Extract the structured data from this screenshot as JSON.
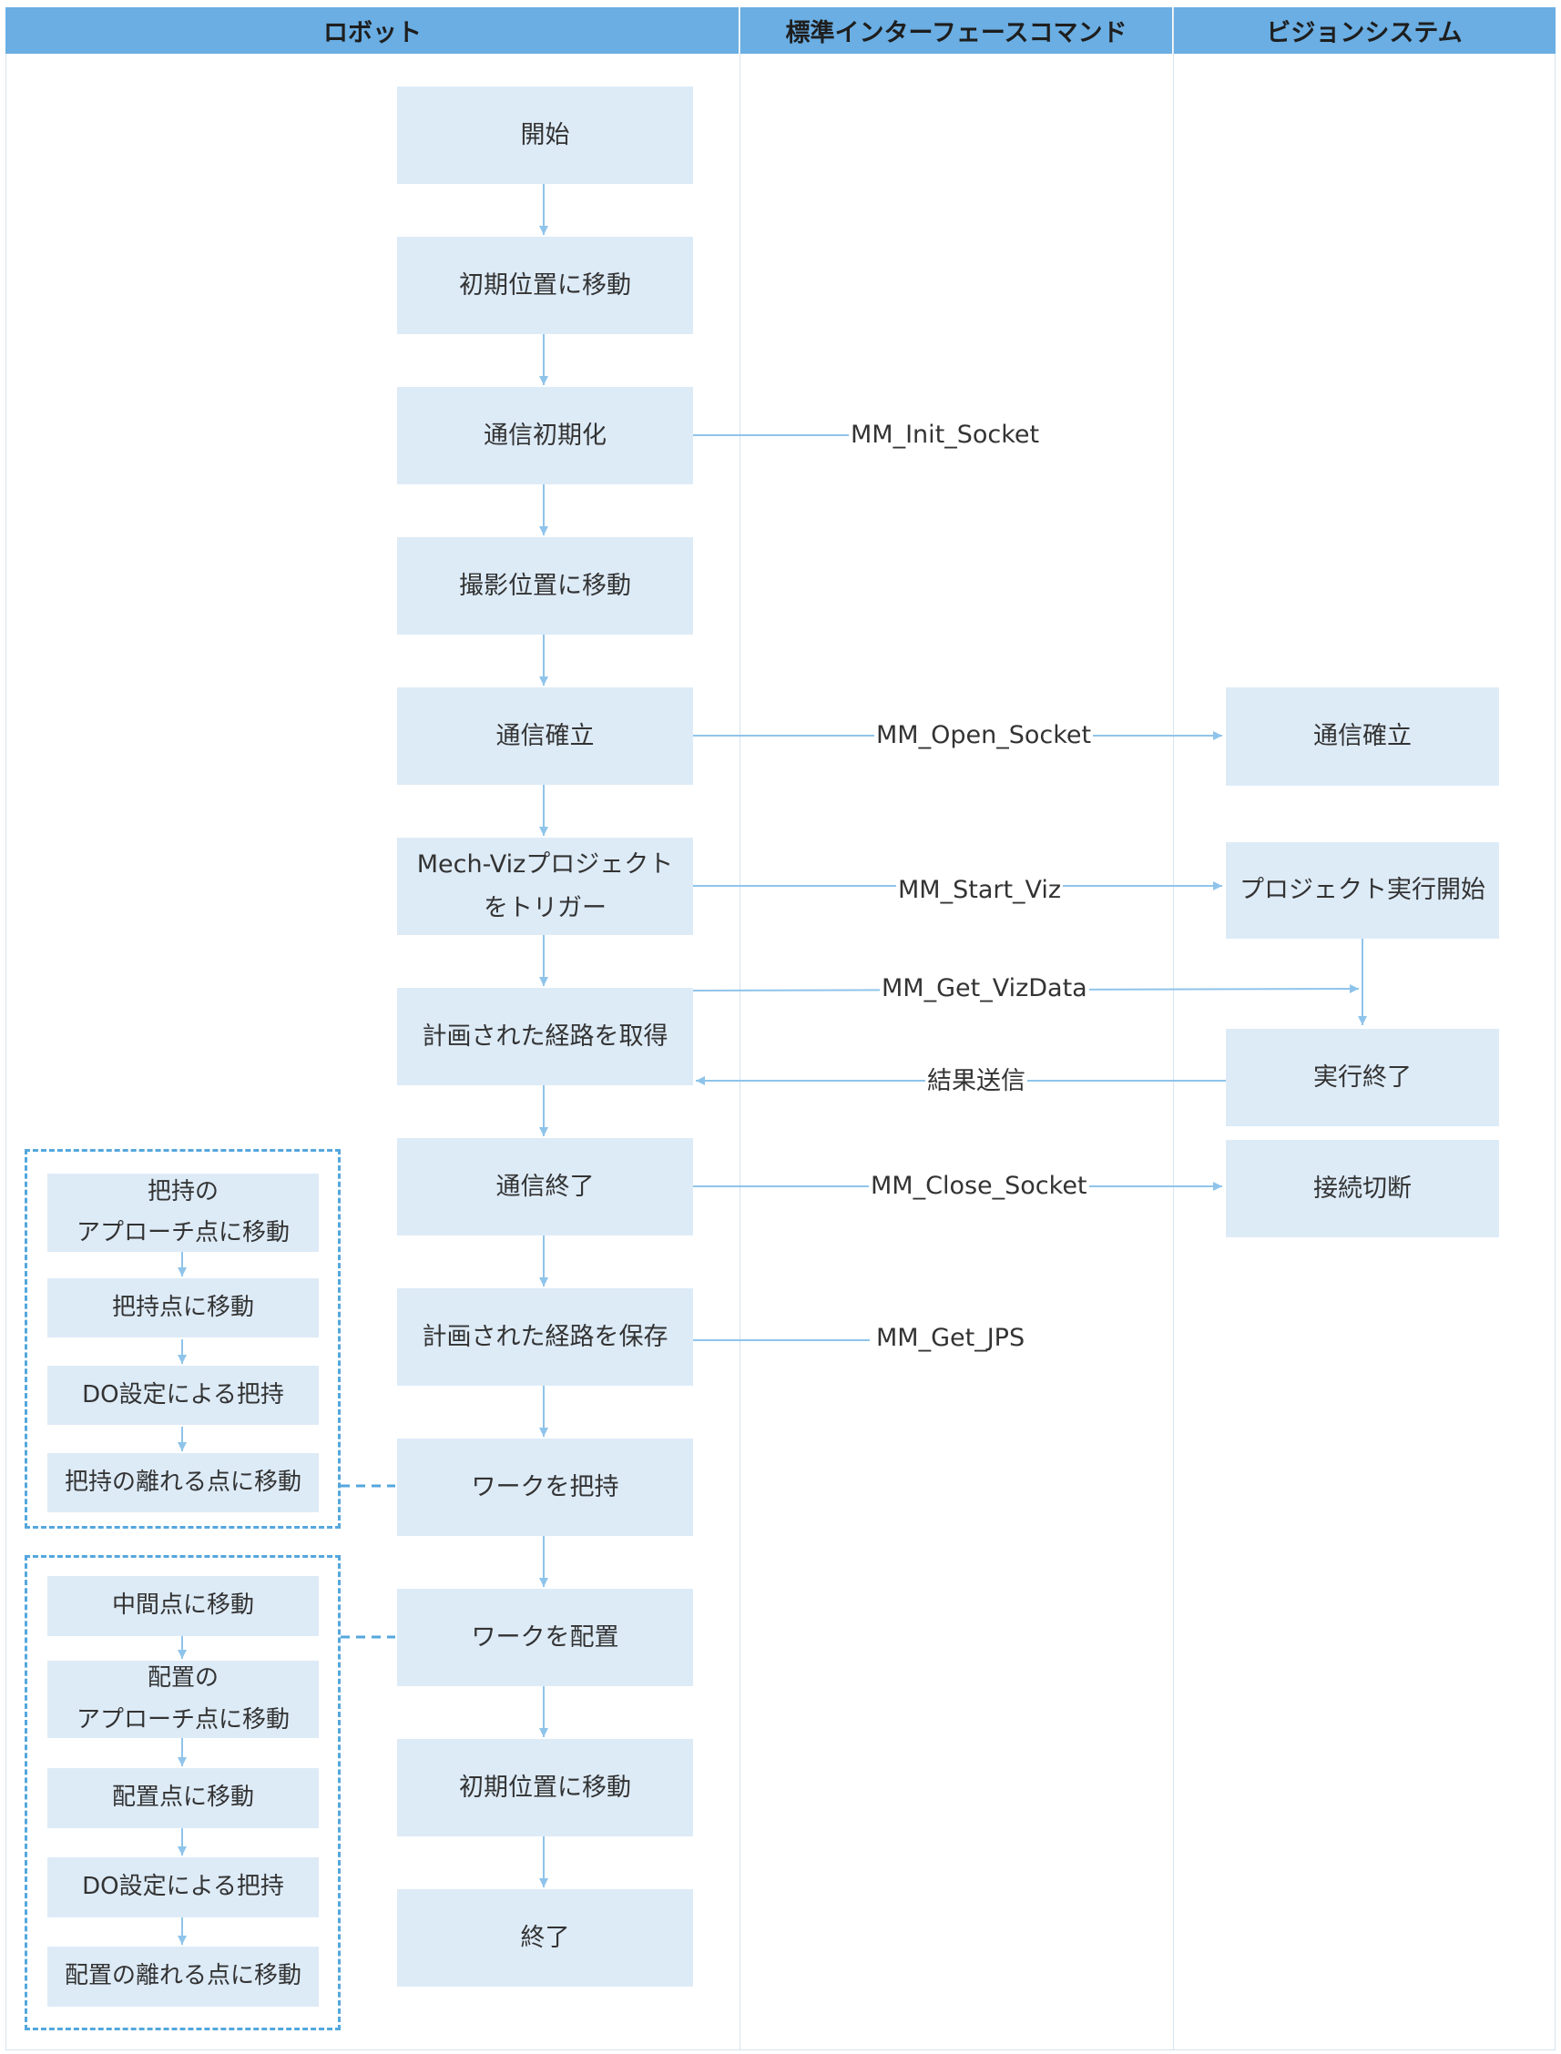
{
  "lanes": {
    "robot": "ロボット",
    "commands": "標準インターフェースコマンド",
    "vision": "ビジョンシステム"
  },
  "robot_steps": [
    {
      "text": "開始"
    },
    {
      "text": "初期位置に移動"
    },
    {
      "text": "通信初期化"
    },
    {
      "text": "撮影位置に移動"
    },
    {
      "text": "通信確立"
    },
    {
      "line1": "Mech-Vizプロジェクト",
      "line2": "をトリガー"
    },
    {
      "text": "計画された経路を取得"
    },
    {
      "text": "通信終了"
    },
    {
      "text": "計画された経路を保存"
    },
    {
      "text": "ワークを把持"
    },
    {
      "text": "ワークを配置"
    },
    {
      "text": "初期位置に移動"
    },
    {
      "text": "終了"
    }
  ],
  "vision_steps": [
    {
      "text": "通信確立"
    },
    {
      "text": "プロジェクト実行開始"
    },
    {
      "text": "実行終了"
    },
    {
      "text": "接続切断"
    }
  ],
  "commands": [
    {
      "text": "MM_Init_Socket"
    },
    {
      "text": "MM_Open_Socket"
    },
    {
      "text": "MM_Start_Viz"
    },
    {
      "text": "MM_Get_VizData"
    },
    {
      "text": "結果送信"
    },
    {
      "text": "MM_Close_Socket"
    },
    {
      "text": "MM_Get_JPS"
    }
  ],
  "pick_group": [
    {
      "line1": "把持の",
      "line2": "アプローチ点に移動"
    },
    {
      "text": "把持点に移動"
    },
    {
      "text": "DO設定による把持"
    },
    {
      "text": "把持の離れる点に移動"
    }
  ],
  "place_group": [
    {
      "text": "中間点に移動"
    },
    {
      "line1": "配置の",
      "line2": "アプローチ点に移動"
    },
    {
      "text": "配置点に移動"
    },
    {
      "text": "DO設定による把持"
    },
    {
      "text": "配置の離れる点に移動"
    }
  ],
  "colors": {
    "header": "#6aaee3",
    "box": "#ddebf7",
    "arrow": "#8fc4ea",
    "dashed": "#54a7de",
    "divider": "#d6e4ef"
  }
}
